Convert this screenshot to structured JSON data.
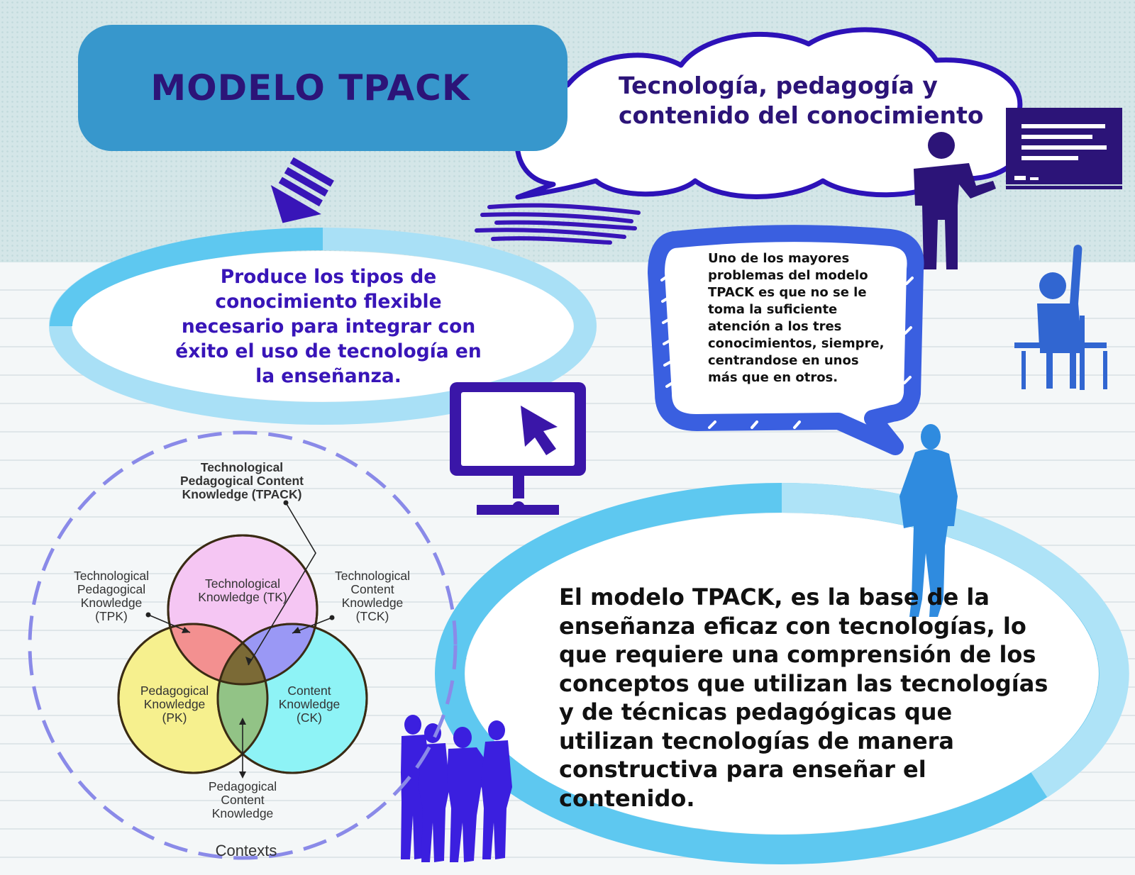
{
  "title": "MODELO TPACK",
  "cloud_text": "Tecnología, pedagogía y contenido del conocimiento",
  "produce_text": "Produce los tipos de conocimiento flexible necesario para integrar con éxito el uso de tecnología en la enseñanza.",
  "bubble_text": "Uno de los mayores problemas del modelo TPACK es que no se le toma la suficiente atención a los tres conocimientos, siempre, centrandose en unos más que en otros.",
  "main_text": "El modelo TPACK, es la base de la enseñanza eficaz con tecnologías, lo que requiere una comprensión de los conceptos que utilizan las tecnologías y de técnicas pedagógicas que utilizan tecnologías de manera constructiva para enseñar el contenido.",
  "diagram": {
    "tpack": "Technological Pedagogical Content Knowledge (TPACK)",
    "tk": "Technological Knowledge (TK)",
    "pk": "Pedagogical Knowledge (PK)",
    "ck": "Content Knowledge (CK)",
    "tpk": "Technological Pedagogical Knowledge (TPK)",
    "tck": "Technological Content Knowledge (TCK)",
    "pck": "Pedagogical Content Knowledge",
    "contexts": "Contexts"
  },
  "colors": {
    "navy": "#2c1478",
    "indigo": "#3815b8",
    "banner_blue": "#3797cc",
    "light_blue": "#5ec8f0",
    "pale_blue": "#a9e0f6",
    "circle_tk": "#f4c4f4",
    "circle_pk": "#f6f08e",
    "circle_ck": "#8ef3f6"
  },
  "icons": [
    "down-arrow-icon",
    "teacher-icon",
    "blackboard-icon",
    "student-icon",
    "monitor-icon",
    "cursor-icon",
    "walking-person-icon",
    "people-group-icon",
    "speech-bubble-icon",
    "cloud-icon"
  ]
}
